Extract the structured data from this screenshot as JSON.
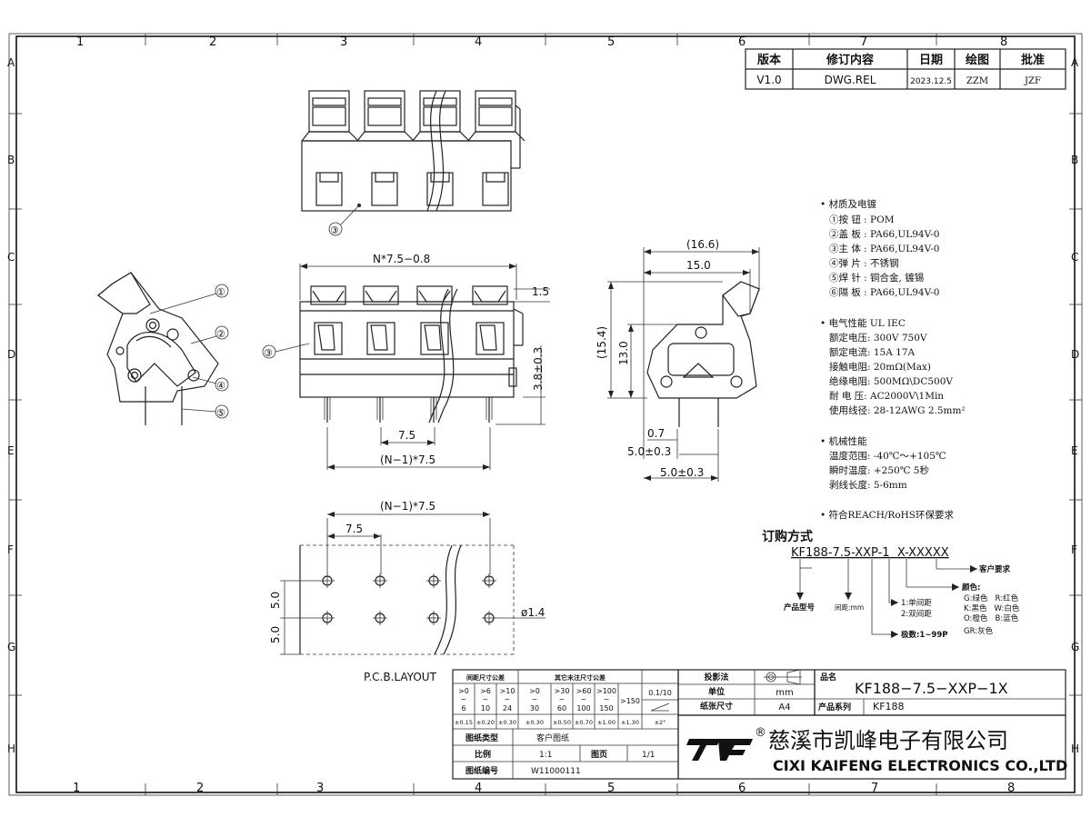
{
  "border": {
    "columns": [
      "1",
      "2",
      "3",
      "4",
      "5",
      "6",
      "7",
      "8"
    ],
    "rows": [
      "A",
      "B",
      "C",
      "D",
      "E",
      "F",
      "G",
      "H"
    ]
  },
  "revision": {
    "headers": [
      "版本",
      "修订内容",
      "日期",
      "绘图",
      "批准"
    ],
    "row": [
      "V1.0",
      "DWG.REL",
      "2023.12.5",
      "ZZM",
      "JZF"
    ]
  },
  "callouts": [
    "①",
    "②",
    "③",
    "④",
    "⑤"
  ],
  "dims": {
    "top_width": "N*7.5−0.8",
    "top_right": "1.5",
    "height_38": "3.8±0.3",
    "pitch": "7.5",
    "span": "(N−1)*7.5",
    "side_166": "(16.6)",
    "side_150": "15.0",
    "side_154": "(15.4)",
    "side_130": "13.0",
    "side_07": "0.7",
    "side_50a": "5.0±0.3",
    "side_50b": "5.0±0.3",
    "pcb_span": "(N−1)*7.5",
    "pcb_pitch": "7.5",
    "pcb_50a": "5.0",
    "pcb_50b": "5.0",
    "pcb_hole": "ø1.4",
    "pcb_label": "P.C.B.LAYOUT"
  },
  "specs": {
    "materials_title": "• 材质及电镀",
    "materials": [
      "①按  钮 : POM",
      "②盖  板 : PA66,UL94V-0",
      "③主  体 : PA66,UL94V-0",
      "④弹  片 : 不锈钢",
      "⑤焊  针 : 铜合金, 镀锡",
      "⑥隔  板 : PA66,UL94V-0"
    ],
    "electrical_title": "• 电气性能   UL        IEC",
    "electrical": [
      "额定电压: 300V      750V",
      "额定电流: 15A        17A",
      "接触电阻: 20mΩ(Max)",
      "绝缘电阻: 500MΩ\\DC500V",
      "耐 电 压: AC2000V\\1Min",
      "使用线径: 28-12AWG 2.5mm²"
    ],
    "mechanical_title": "• 机械性能",
    "mechanical": [
      "温度范围: -40℃～+105℃",
      "瞬时温度: +250℃ 5秒",
      "剥线长度: 5-6mm"
    ],
    "reach": "• 符合REACH/RoHS环保要求"
  },
  "ordering": {
    "title": "订购方式",
    "code": "KF188-7.5-XXP-1  X-XXXXX",
    "customer": "客户要求",
    "color_title": "颜色:",
    "colors": [
      "G:绿色   R:红色",
      "K:黑色   W:白色",
      "O:橙色   B:蓝色",
      "GR:灰色"
    ],
    "spacing": [
      "1:单间距",
      "2:双间距"
    ],
    "poles": "极数:1~99P",
    "model_label": "产品型号",
    "pitch_label": "间距:mm"
  },
  "title_block": {
    "tol_header_a": "间距尺寸公差",
    "tol_header_b": "其它未注尺寸公差",
    "tol_ranges_top": [
      ">0",
      ">6",
      ">10",
      ">0",
      ">30",
      ">60",
      ">100"
    ],
    "tol_ranges_bot": [
      "6",
      "10",
      "24",
      "30",
      "60",
      "100",
      "150"
    ],
    "tol_gt150": ">150",
    "tol_values": [
      "±0.15",
      "±0.20",
      "±0.30",
      "±0.30",
      "±0.50",
      "±0.70",
      "±1.00",
      "±1.30",
      "±2°"
    ],
    "flatness": "0.1/10",
    "proj_label": "投影法",
    "unit_label": "单位",
    "unit_value": "mm",
    "paper_label": "纸张尺寸",
    "paper_value": "A4",
    "name_label": "品名",
    "name_value": "KF188−7.5−XXP−1X",
    "series_label": "产品系列",
    "series_value": "KF188",
    "type_label": "图纸类型",
    "type_value": "客户图纸",
    "scale_label": "比例",
    "scale_value": "1:1",
    "page_label": "图页",
    "page_value": "1/1",
    "number_label": "图纸编号",
    "number_value": "W11000111",
    "company_cn": "慈溪市凯峰电子有限公司",
    "company_en": "CIXI KAIFENG ELECTRONICS CO.,LTD",
    "registered": "®"
  }
}
